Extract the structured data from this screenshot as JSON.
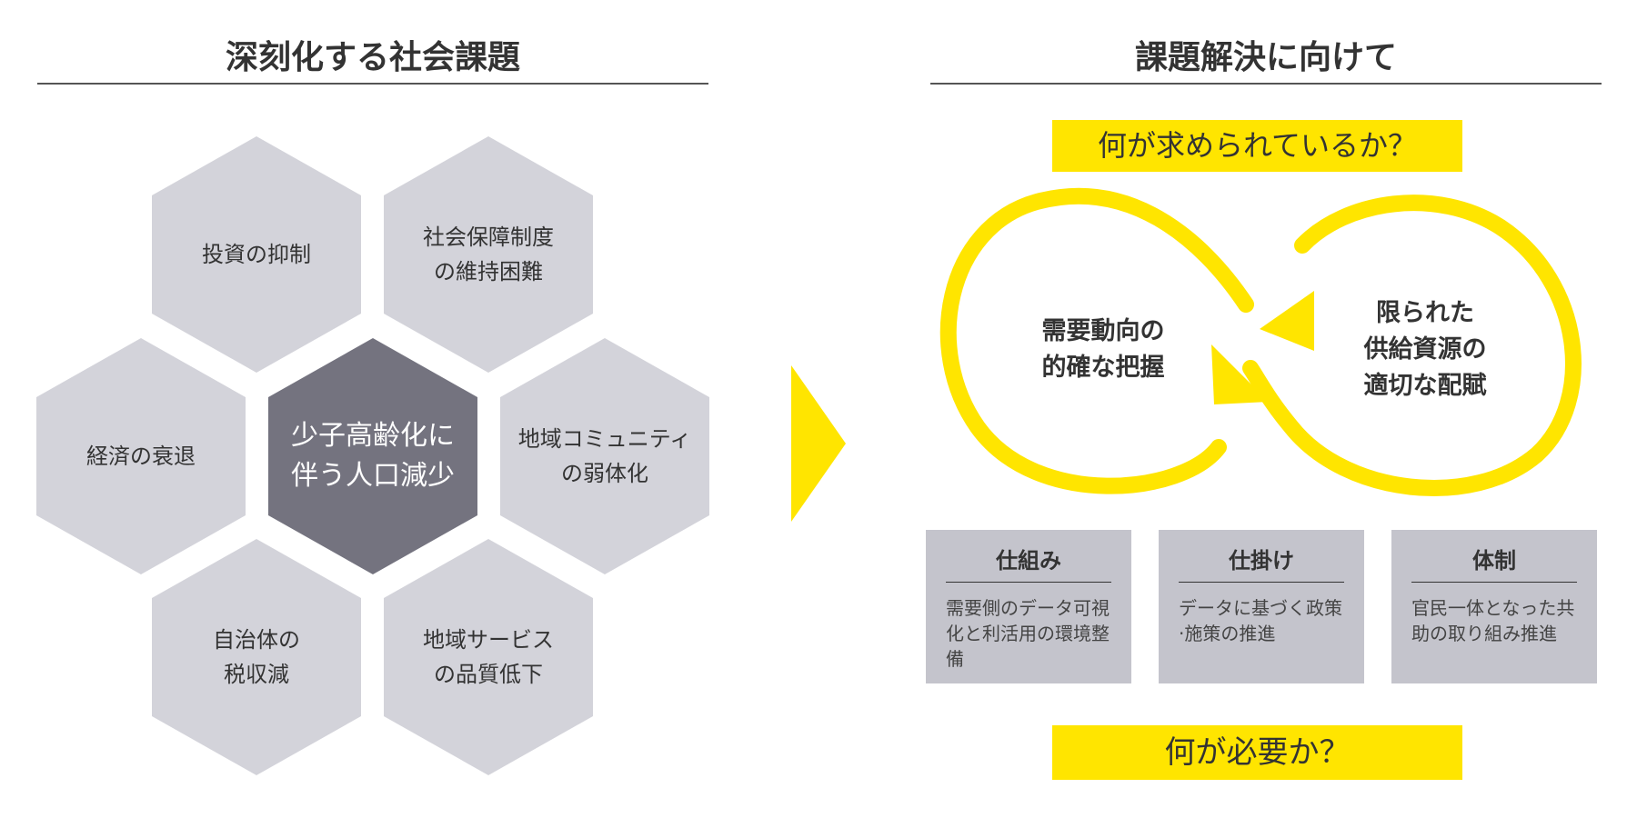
{
  "left": {
    "title": "深刻化する社会課題",
    "center_hex": [
      "少子高齢化に",
      "伴う人口減少"
    ],
    "hexes": [
      {
        "lines": [
          "投資の抑制"
        ]
      },
      {
        "lines": [
          "社会保障制度",
          "の維持困難"
        ]
      },
      {
        "lines": [
          "経済の衰退"
        ]
      },
      {
        "lines": [
          "地域コミュニティ",
          "の弱体化"
        ]
      },
      {
        "lines": [
          "自治体の",
          "税収減"
        ]
      },
      {
        "lines": [
          "地域サービス",
          "の品質低下"
        ]
      }
    ]
  },
  "right": {
    "title": "課題解決に向けて",
    "question_top": "何が求められているか？",
    "loop_left": [
      "需要動向の",
      "的確な把握"
    ],
    "loop_right": [
      "限られた",
      "供給資源の",
      "適切な配賦"
    ],
    "cards": [
      {
        "title": "仕組み",
        "body": "需要側のデータ可視化と利活用の環境整備"
      },
      {
        "title": "仕掛け",
        "body": "データに基づく政策·施策の推進"
      },
      {
        "title": "体制",
        "body": "官民一体となった共助の取り組み推進"
      }
    ],
    "question_bottom": "何が必要か？"
  },
  "colors": {
    "accent": "#FFE500",
    "hex": "#D3D3DA",
    "hex_center": "#74737F",
    "card": "#C4C4CC"
  }
}
